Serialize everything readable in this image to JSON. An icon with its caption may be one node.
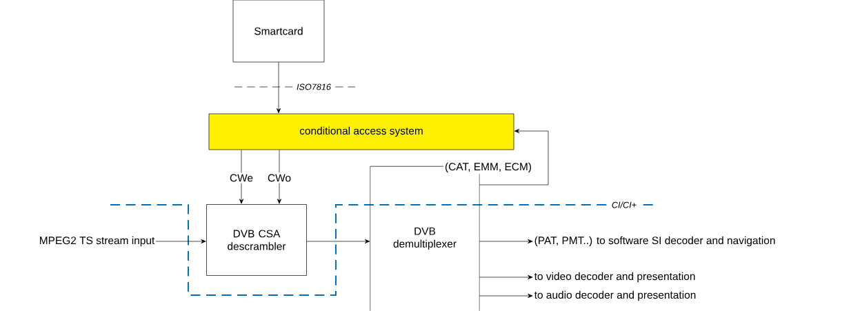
{
  "diagram": {
    "nodes": [
      {
        "text": [
          "Smartcard"
        ]
      },
      {
        "text": [
          "conditional access system"
        ]
      },
      {
        "text": [
          "DVB CSA descrambler"
        ]
      },
      {
        "text": [
          "DVB demultiplexer"
        ]
      },
      {
        "text": [
          "MPEG2 TS stream input"
        ]
      },
      {
        "text": [
          "(PAT, PMT..) to software SI decoder and navigation"
        ]
      },
      {
        "text": [
          "to video decoder and presentation"
        ]
      },
      {
        "text": [
          "to audio decoder and presentation"
        ]
      }
    ],
    "edges": [
      {
        "from": 0,
        "to": 1,
        "arrow": "to"
      },
      {
        "from": 1,
        "to": 2,
        "arrow": "to",
        "label": "CWe"
      },
      {
        "from": 1,
        "to": 2,
        "arrow": "to",
        "label": "CWo"
      },
      {
        "from": 3,
        "to": 1,
        "arrow": "to",
        "label": "(CAT, EMM, ECM)"
      },
      {
        "from": 4,
        "to": 2,
        "arrow": "to"
      },
      {
        "from": 2,
        "to": 3,
        "arrow": "to"
      },
      {
        "from": 3,
        "to": 5,
        "arrow": "to"
      },
      {
        "from": 3,
        "to": 6,
        "arrow": "to"
      },
      {
        "from": 3,
        "to": 7,
        "arrow": "to"
      }
    ],
    "labels": [
      "ISO7816",
      "CI/CI+"
    ]
  }
}
